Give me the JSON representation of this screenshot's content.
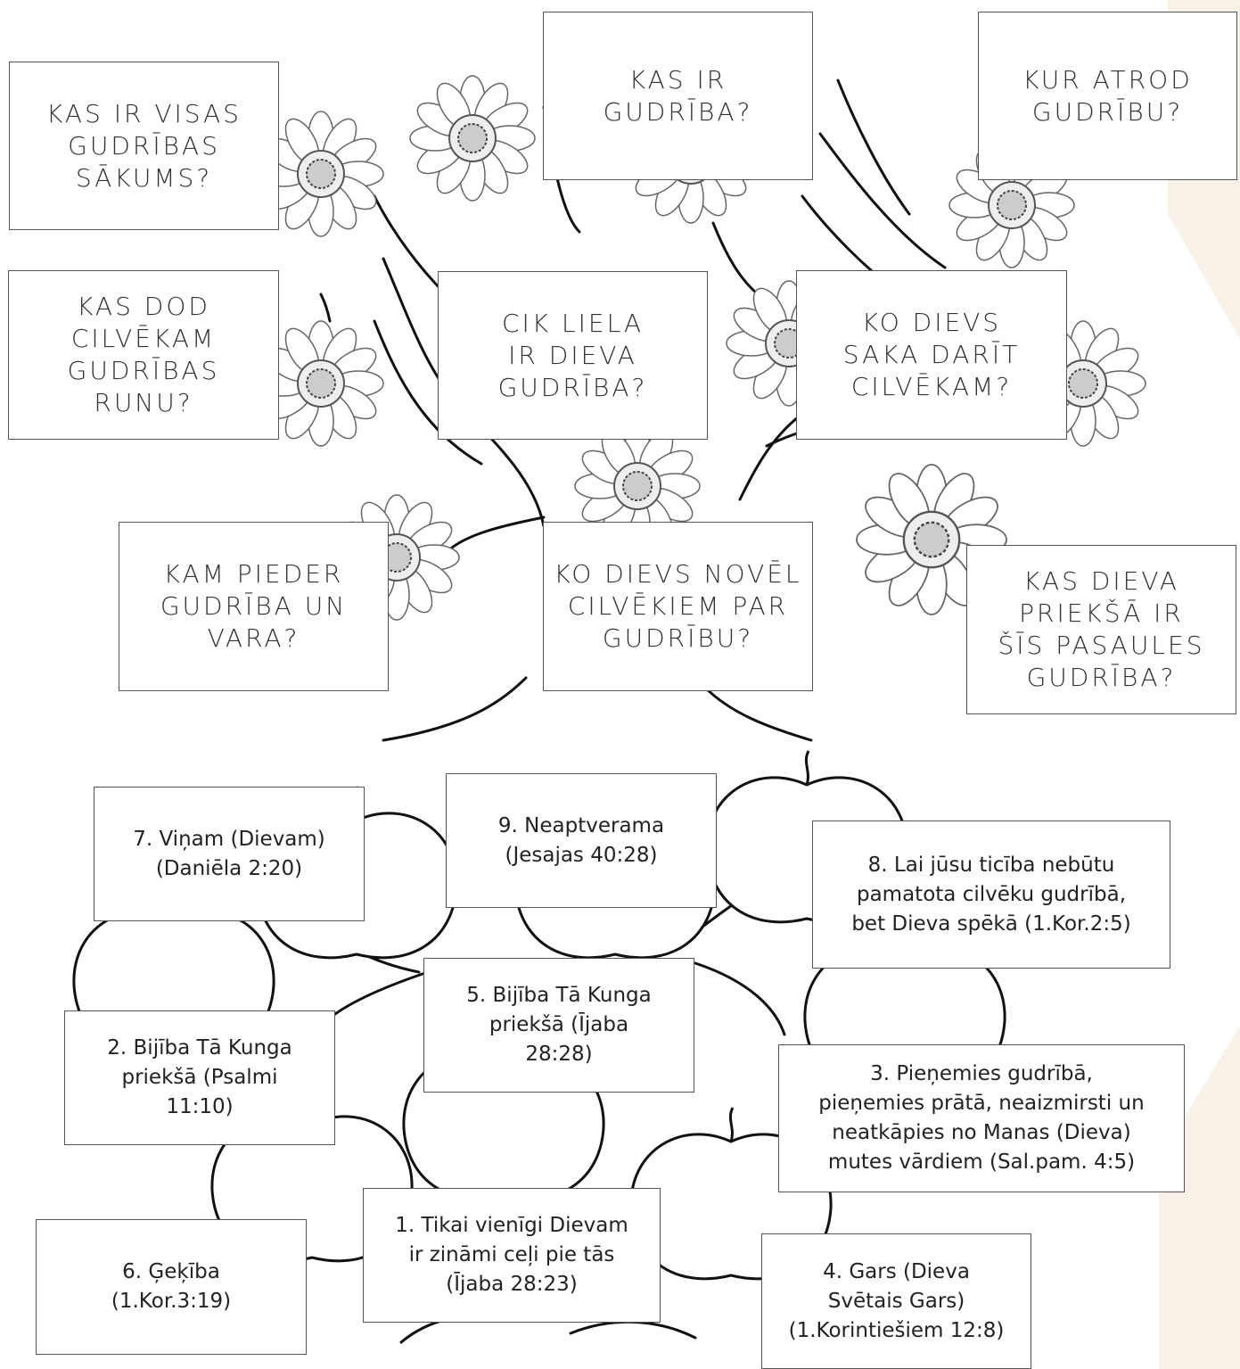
{
  "questions": [
    {
      "text": "KAS IR VISAS\nGUDRĪBAS\nSĀKUMS?"
    },
    {
      "text": "KAS IR\nGUDRĪBA?"
    },
    {
      "text": "KUR ATROD\nGUDRĪBU?"
    },
    {
      "text": "KAS DOD\nCILVĒKAM\nGUDRĪBAS\nRUNU?"
    },
    {
      "text": "CIK LIELA\nIR DIEVA\nGUDRĪBA?"
    },
    {
      "text": "KO DIEVS\nSAKA DARĪT\nCILVĒKAM?"
    },
    {
      "text": "KAM PIEDER\nGUDRĪBA UN\nVARA?"
    },
    {
      "text": "KO DIEVS NOVĒL\nCILVĒKIEM PAR\nGUDRĪBU?"
    },
    {
      "text": "KAS DIEVA\nPRIEKŠĀ IR\nŠĪS PASAULES\nGUDRĪBA?"
    }
  ],
  "answers": [
    {
      "text": "7. Viņam (Dievam)\n(Daniēla 2:20)"
    },
    {
      "text": "9. Neaptverama\n(Jesajas 40:28)"
    },
    {
      "text": "8. Lai jūsu ticība nebūtu\npamatota cilvēku gudrībā,\nbet Dieva spēkā (1.Kor.2:5)"
    },
    {
      "text": "5. Bijība Tā Kunga\npriekšā (Ījaba\n28:28)"
    },
    {
      "text": "2. Bijība Tā Kunga\npriekšā (Psalmi\n11:10)"
    },
    {
      "text": "3. Pieņemies gudrībā,\npieņemies prātā, neaizmirsti un\nneatkāpies no Manas (Dieva)\nmutes vārdiem (Sal.pam. 4:5)"
    },
    {
      "text": "6. Ģeķība\n(1.Kor.3:19)"
    },
    {
      "text": "1. Tikai vienīgi Dievam\nir zināmi ceļi pie tās\n(Ījaba 28:23)"
    },
    {
      "text": "4. Gars (Dieva\nSvētais Gars)\n(1.Korintiešiem 12:8)"
    }
  ]
}
